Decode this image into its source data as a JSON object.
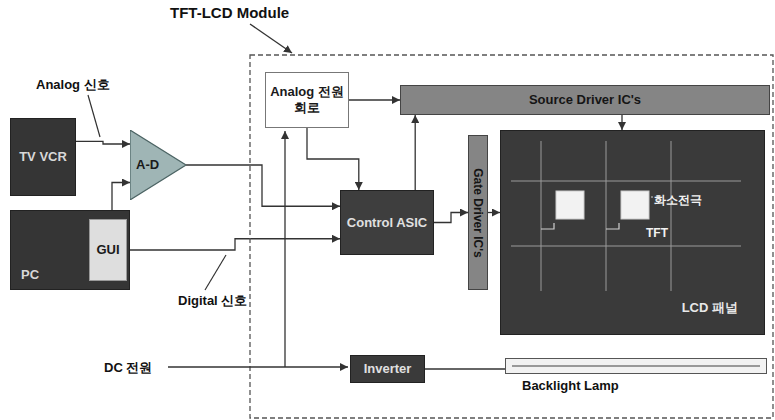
{
  "diagram": {
    "nodes": [
      {
        "text": [
          "TV VCR"
        ]
      },
      {
        "text": [
          "A-D"
        ]
      },
      {
        "text": [
          "PC"
        ]
      },
      {
        "text": [
          "GUI"
        ],
        "in": 2
      },
      {
        "text": [
          "Analog 전원회로"
        ]
      },
      {
        "text": [
          "Control ASIC"
        ]
      },
      {
        "text": [
          "Source Driver IC's"
        ]
      },
      {
        "text": [
          "Gate Driver IC's"
        ]
      },
      {
        "text": [
          "LCD 패널"
        ]
      },
      {
        "text": [
          "Inverter"
        ]
      },
      {
        "text": [
          "Backlight Lamp"
        ]
      }
    ],
    "edges": [
      {
        "from": 0,
        "to": 1,
        "arrow": "to"
      },
      {
        "from": 2,
        "to": 1,
        "arrow": "to"
      },
      {
        "from": 1,
        "to": 5,
        "arrow": "to"
      },
      {
        "from": 2,
        "to": 5,
        "arrow": "to"
      },
      {
        "from": 4,
        "to": 6,
        "arrow": "to"
      },
      {
        "from": 4,
        "to": 5,
        "arrow": "to"
      },
      {
        "from": 5,
        "to": 6,
        "arrow": "to"
      },
      {
        "from": 5,
        "to": 7,
        "arrow": "to"
      },
      {
        "from": 6,
        "to": 8,
        "arrow": "to"
      },
      {
        "from": 7,
        "to": 8,
        "arrow": "to"
      },
      {
        "from": 9,
        "to": 10,
        "arrow": "none"
      }
    ],
    "labels": [
      "TFT-LCD Module",
      "Analog 신호",
      "Digital 신호",
      "DC 전원",
      "화소전극",
      "TFT"
    ]
  }
}
